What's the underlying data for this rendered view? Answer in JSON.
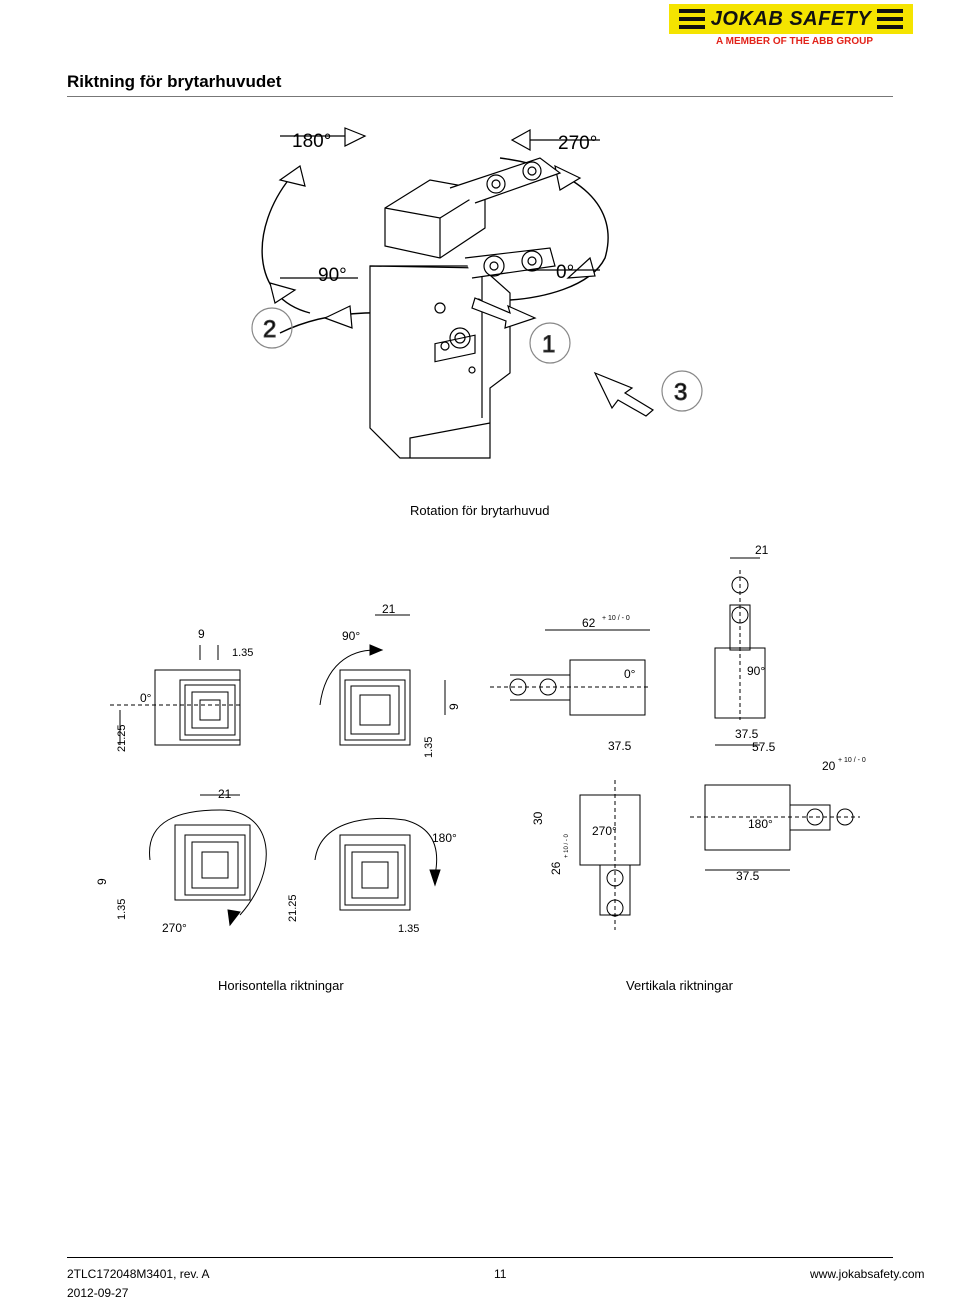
{
  "header": {
    "logo_text": "JOKAB SAFETY",
    "tagline": "A MEMBER OF THE ABB GROUP",
    "title": "Riktning för brytarhuvudet",
    "colors": {
      "logo_bg": "#f5e400",
      "tagline": "#e2231a"
    }
  },
  "rotation_figure": {
    "angles": {
      "a180": "180°",
      "a270": "270°",
      "a90": "90°",
      "a0": "0°"
    },
    "steps": {
      "s1": "1",
      "s2": "2",
      "s3": "3"
    },
    "caption": "Rotation för brytarhuvud"
  },
  "drawings": {
    "h0": {
      "angle": "0°",
      "d9": "9",
      "d135": "1.35",
      "d2125": "21.25"
    },
    "h90": {
      "angle": "90°",
      "d21": "21",
      "d9": "9",
      "d135": "1.35"
    },
    "h270": {
      "angle": "270°",
      "d21": "21",
      "d9": "9",
      "d135": "1.35"
    },
    "h180": {
      "angle": "180°",
      "d2125": "21.25",
      "d135": "1.35"
    },
    "v0": {
      "angle": "0°",
      "d62": "62",
      "tol": "+ 10 / - 0",
      "d375": "37.5"
    },
    "v90": {
      "angle": "90°",
      "d21": "21",
      "d375": "37.5",
      "d575": "57.5"
    },
    "v270": {
      "angle": "270°",
      "d30": "30",
      "d26": "26",
      "tol": "+ 10 / - 0"
    },
    "v180": {
      "angle": "180°",
      "d20": "20",
      "tol": "+ 10 / - 0",
      "d375": "37.5"
    },
    "caption_horizontal": "Horisontella riktningar",
    "caption_vertical": "Vertikala riktningar"
  },
  "footer": {
    "doc_number": "2TLC172048M3401, rev. A",
    "date": "2012-09-27",
    "page": "11",
    "website": "www.jokabsafety.com"
  }
}
